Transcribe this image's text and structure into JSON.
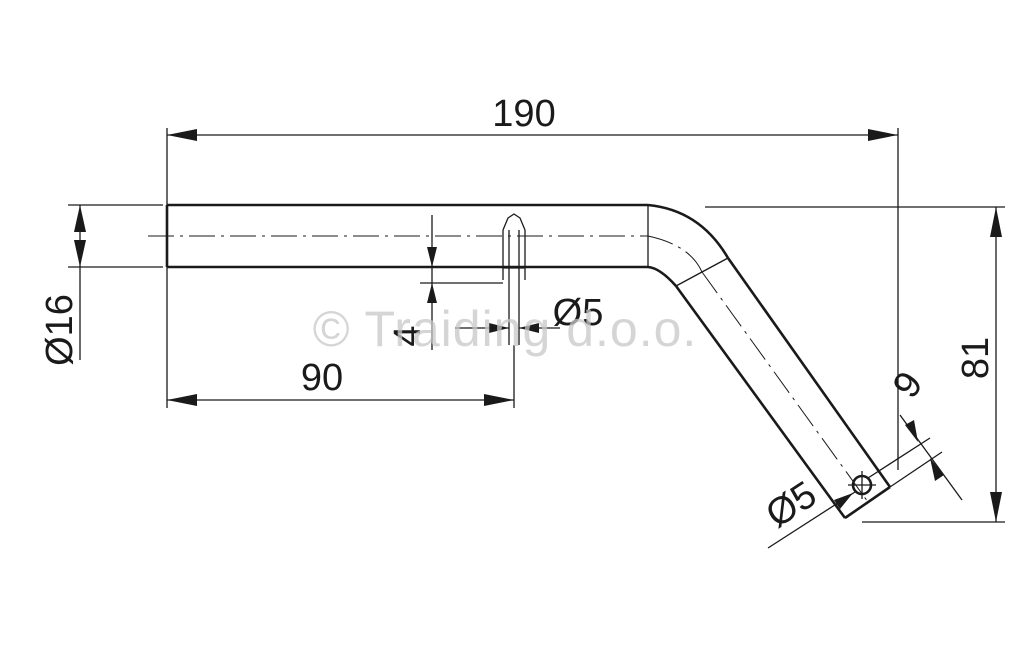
{
  "dimensions": {
    "overall_length": "190",
    "shaft_diameter": "Ø16",
    "cross_hole_position": "90",
    "cross_hole_offset": "4",
    "cross_hole_diameter": "Ø5",
    "end_hole_diameter": "Ø5",
    "end_hole_distance": "9",
    "total_height": "81"
  },
  "watermark": "© Traiding d.o.o."
}
